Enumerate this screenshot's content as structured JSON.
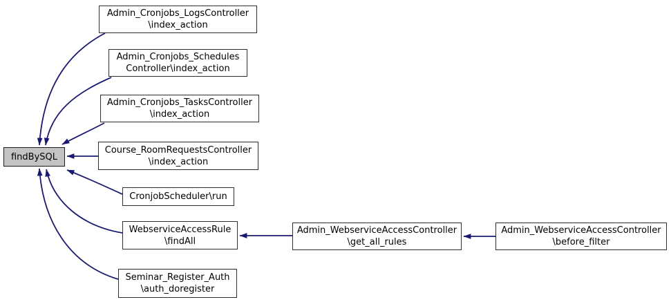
{
  "diagram": {
    "type": "caller-graph",
    "focus_node": "findBySQL",
    "colors": {
      "edge": "#191970",
      "node_border": "#2d2d2d",
      "focus_node_fill": "#c3c3c3",
      "node_fill": "#ffffff",
      "background": "#ffffff",
      "text": "#000000"
    },
    "nodes": {
      "findbysql": {
        "line1": "findBySQL"
      },
      "logs": {
        "line1": "Admin_Cronjobs_LogsController",
        "line2": "\\index_action"
      },
      "schedules": {
        "line1": "Admin_Cronjobs_Schedules",
        "line2": "Controller\\index_action"
      },
      "tasks": {
        "line1": "Admin_Cronjobs_TasksController",
        "line2": "\\index_action"
      },
      "roomrequests": {
        "line1": "Course_RoomRequestsController",
        "line2": "\\index_action"
      },
      "cronjobscheduler": {
        "line1": "CronjobScheduler\\run"
      },
      "webserviceaccessrule": {
        "line1": "WebserviceAccessRule",
        "line2": "\\findAll"
      },
      "seminarregisterauth": {
        "line1": "Seminar_Register_Auth",
        "line2": "\\auth_doregister"
      },
      "getallrules": {
        "line1": "Admin_WebserviceAccessController",
        "line2": "\\get_all_rules"
      },
      "beforefilter": {
        "line1": "Admin_WebserviceAccessController",
        "line2": "\\before_filter"
      }
    },
    "edges": [
      {
        "from": "Admin_Cronjobs_LogsController\\index_action",
        "to": "findBySQL"
      },
      {
        "from": "Admin_Cronjobs_SchedulesController\\index_action",
        "to": "findBySQL"
      },
      {
        "from": "Admin_Cronjobs_TasksController\\index_action",
        "to": "findBySQL"
      },
      {
        "from": "Course_RoomRequestsController\\index_action",
        "to": "findBySQL"
      },
      {
        "from": "CronjobScheduler\\run",
        "to": "findBySQL"
      },
      {
        "from": "WebserviceAccessRule\\findAll",
        "to": "findBySQL"
      },
      {
        "from": "Seminar_Register_Auth\\auth_doregister",
        "to": "findBySQL"
      },
      {
        "from": "Admin_WebserviceAccessController\\get_all_rules",
        "to": "WebserviceAccessRule\\findAll"
      },
      {
        "from": "Admin_WebserviceAccessController\\before_filter",
        "to": "Admin_WebserviceAccessController\\get_all_rules"
      }
    ]
  }
}
